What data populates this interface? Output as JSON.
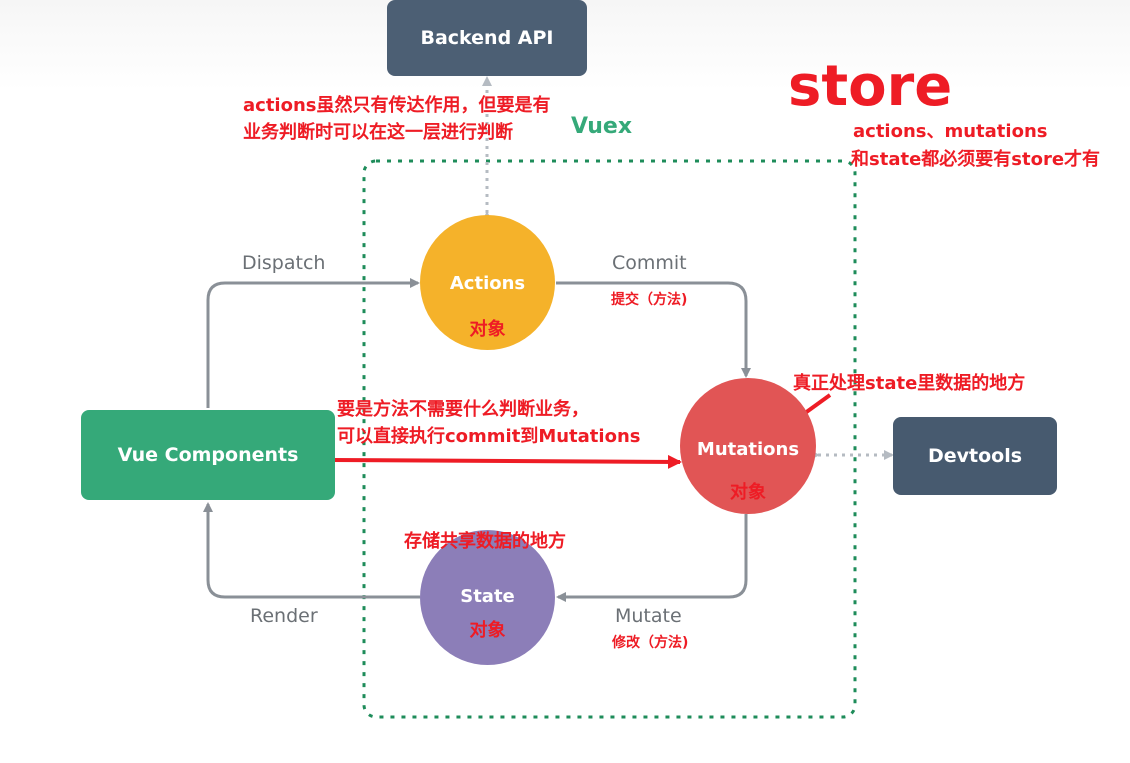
{
  "colors": {
    "gray_box": "#4c5f74",
    "vue_green": "#35a979",
    "actions_orange": "#f5b22a",
    "mutations_red": "#e15555",
    "state_purple": "#8c7eb8",
    "devtools_slate": "#475a6f",
    "dashed_green": "#1e8c5a",
    "connector_gray": "#8a9097",
    "annotation_red": "#ee1c25"
  },
  "nodes": {
    "backend": "Backend API",
    "vue_components": "Vue Components",
    "actions": "Actions",
    "mutations": "Mutations",
    "state": "State",
    "devtools": "Devtools"
  },
  "edge_labels": {
    "dispatch": "Dispatch",
    "commit": "Commit",
    "mutate": "Mutate",
    "render": "Render"
  },
  "vuex_label": "Vuex",
  "annotations": {
    "store_title": "store",
    "store_note_line1": "actions、mutations",
    "store_note_line2": "和state都必须要有store才有",
    "actions_note_line1": "actions虽然只有传达作用，但要是有",
    "actions_note_line2": "业务判断时可以在这一层进行判断",
    "commit_sub": "提交（方法)",
    "mutate_sub": "修改（方法)",
    "object_label": "对象",
    "direct_line1": "要是方法不需要什么判断业务，",
    "direct_line2": "可以直接执行commit到Mutations",
    "mutations_note": "真正处理state里数据的地方",
    "state_note": "存储共享数据的地方"
  }
}
